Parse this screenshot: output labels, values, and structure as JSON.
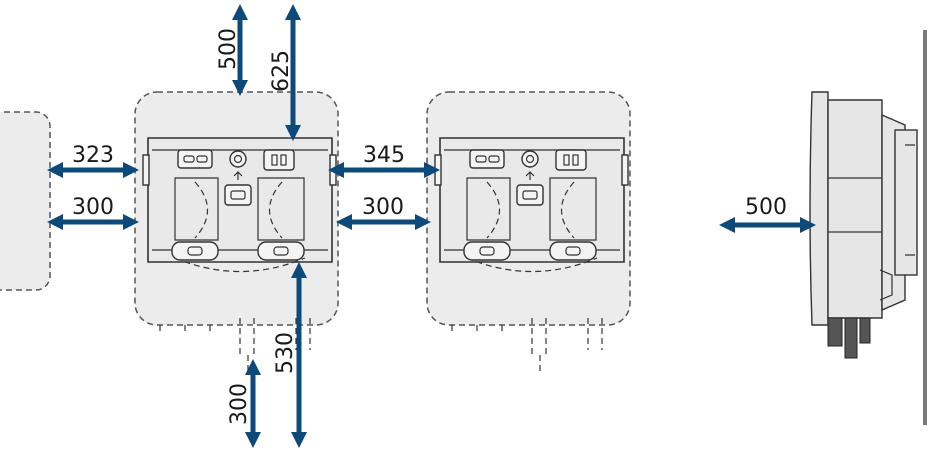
{
  "dimensions": {
    "top_a": "500",
    "top_b": "625",
    "left_upper": "323",
    "left_lower": "300",
    "between_upper": "345",
    "between_lower": "300",
    "bottom_a": "300",
    "bottom_b": "530",
    "side_front": "500"
  },
  "colors": {
    "arrow": "#0d4a7a",
    "device_fill": "#e9e9e9",
    "wall": "#7a7a7a"
  }
}
